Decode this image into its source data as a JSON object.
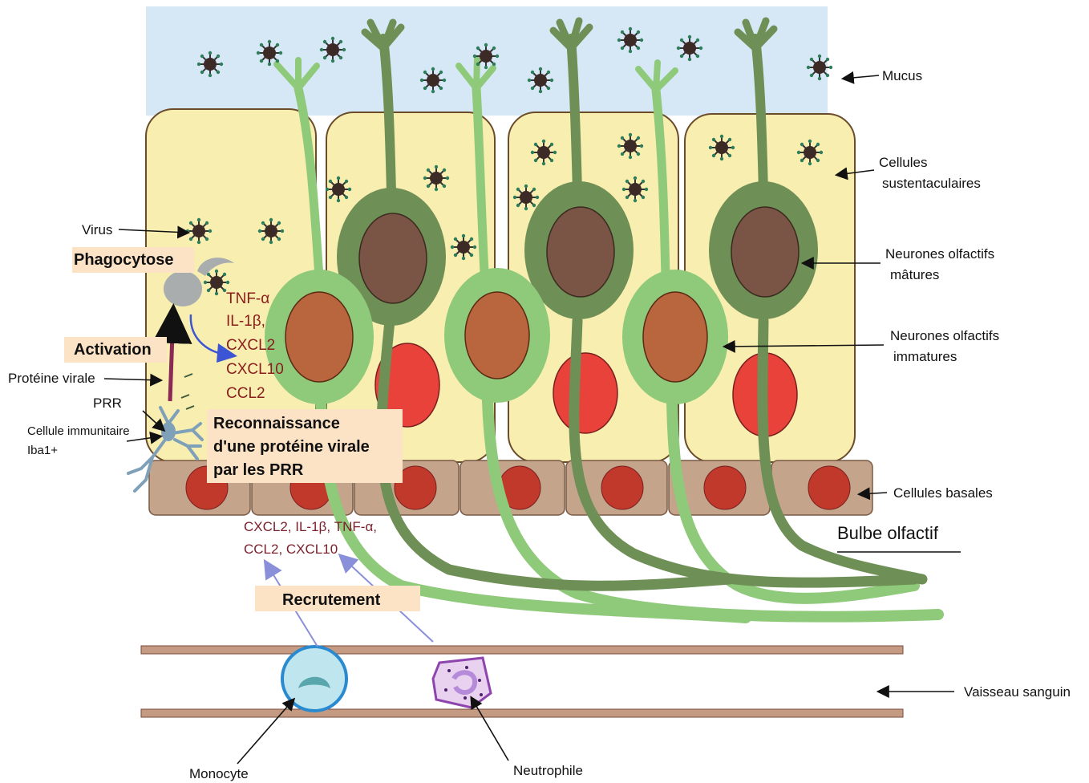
{
  "labels": {
    "mucus": "Mucus",
    "sustentacular_1": "Cellules",
    "sustentacular_2": "sustentaculaires",
    "mature_1": "Neurones olfactifs",
    "mature_2": "mâtures",
    "immature_1": "Neurones olfactifs",
    "immature_2": "immatures",
    "basal": "Cellules basales",
    "bulb": "Bulbe olfactif",
    "vessel": "Vaisseau sanguin",
    "virus": "Virus",
    "viral_protein": "Protéine virale",
    "prr": "PRR",
    "immune_1": "Cellule immunitaire",
    "immune_2": "Iba1+",
    "monocyte": "Monocyte",
    "neutrophil": "Neutrophile"
  },
  "boxes": {
    "phagocytosis": "Phagocytose",
    "activation": "Activation",
    "recognition_1": "Reconnaissance",
    "recognition_2": "d'une protéine virale",
    "recognition_3": "par les PRR",
    "recruitment": "Recrutement"
  },
  "cytokines_cell": [
    "TNF-α",
    "IL-1β,",
    "CXCL2",
    "CXCL10",
    "CCL2"
  ],
  "cytokines_tissue": [
    "CXCL2, IL-1β, TNF-α,",
    "CCL2, CXCL10"
  ],
  "colors": {
    "mucus": "#d6e8f5",
    "sustentacular": "#f8eeb0",
    "mature_neuron": "#6e8f55",
    "mature_nucleus": "#7a5444",
    "immature_neuron": "#8fc97a",
    "immature_nucleus": "#b9653e",
    "red_nucleus": "#e8423a",
    "basal_cell": "#c4a48a",
    "basal_nucleus": "#c0392b",
    "vessel": "#c49a82",
    "label_box": "#fce3c6",
    "cytokine_text": "#8a1c1c"
  }
}
